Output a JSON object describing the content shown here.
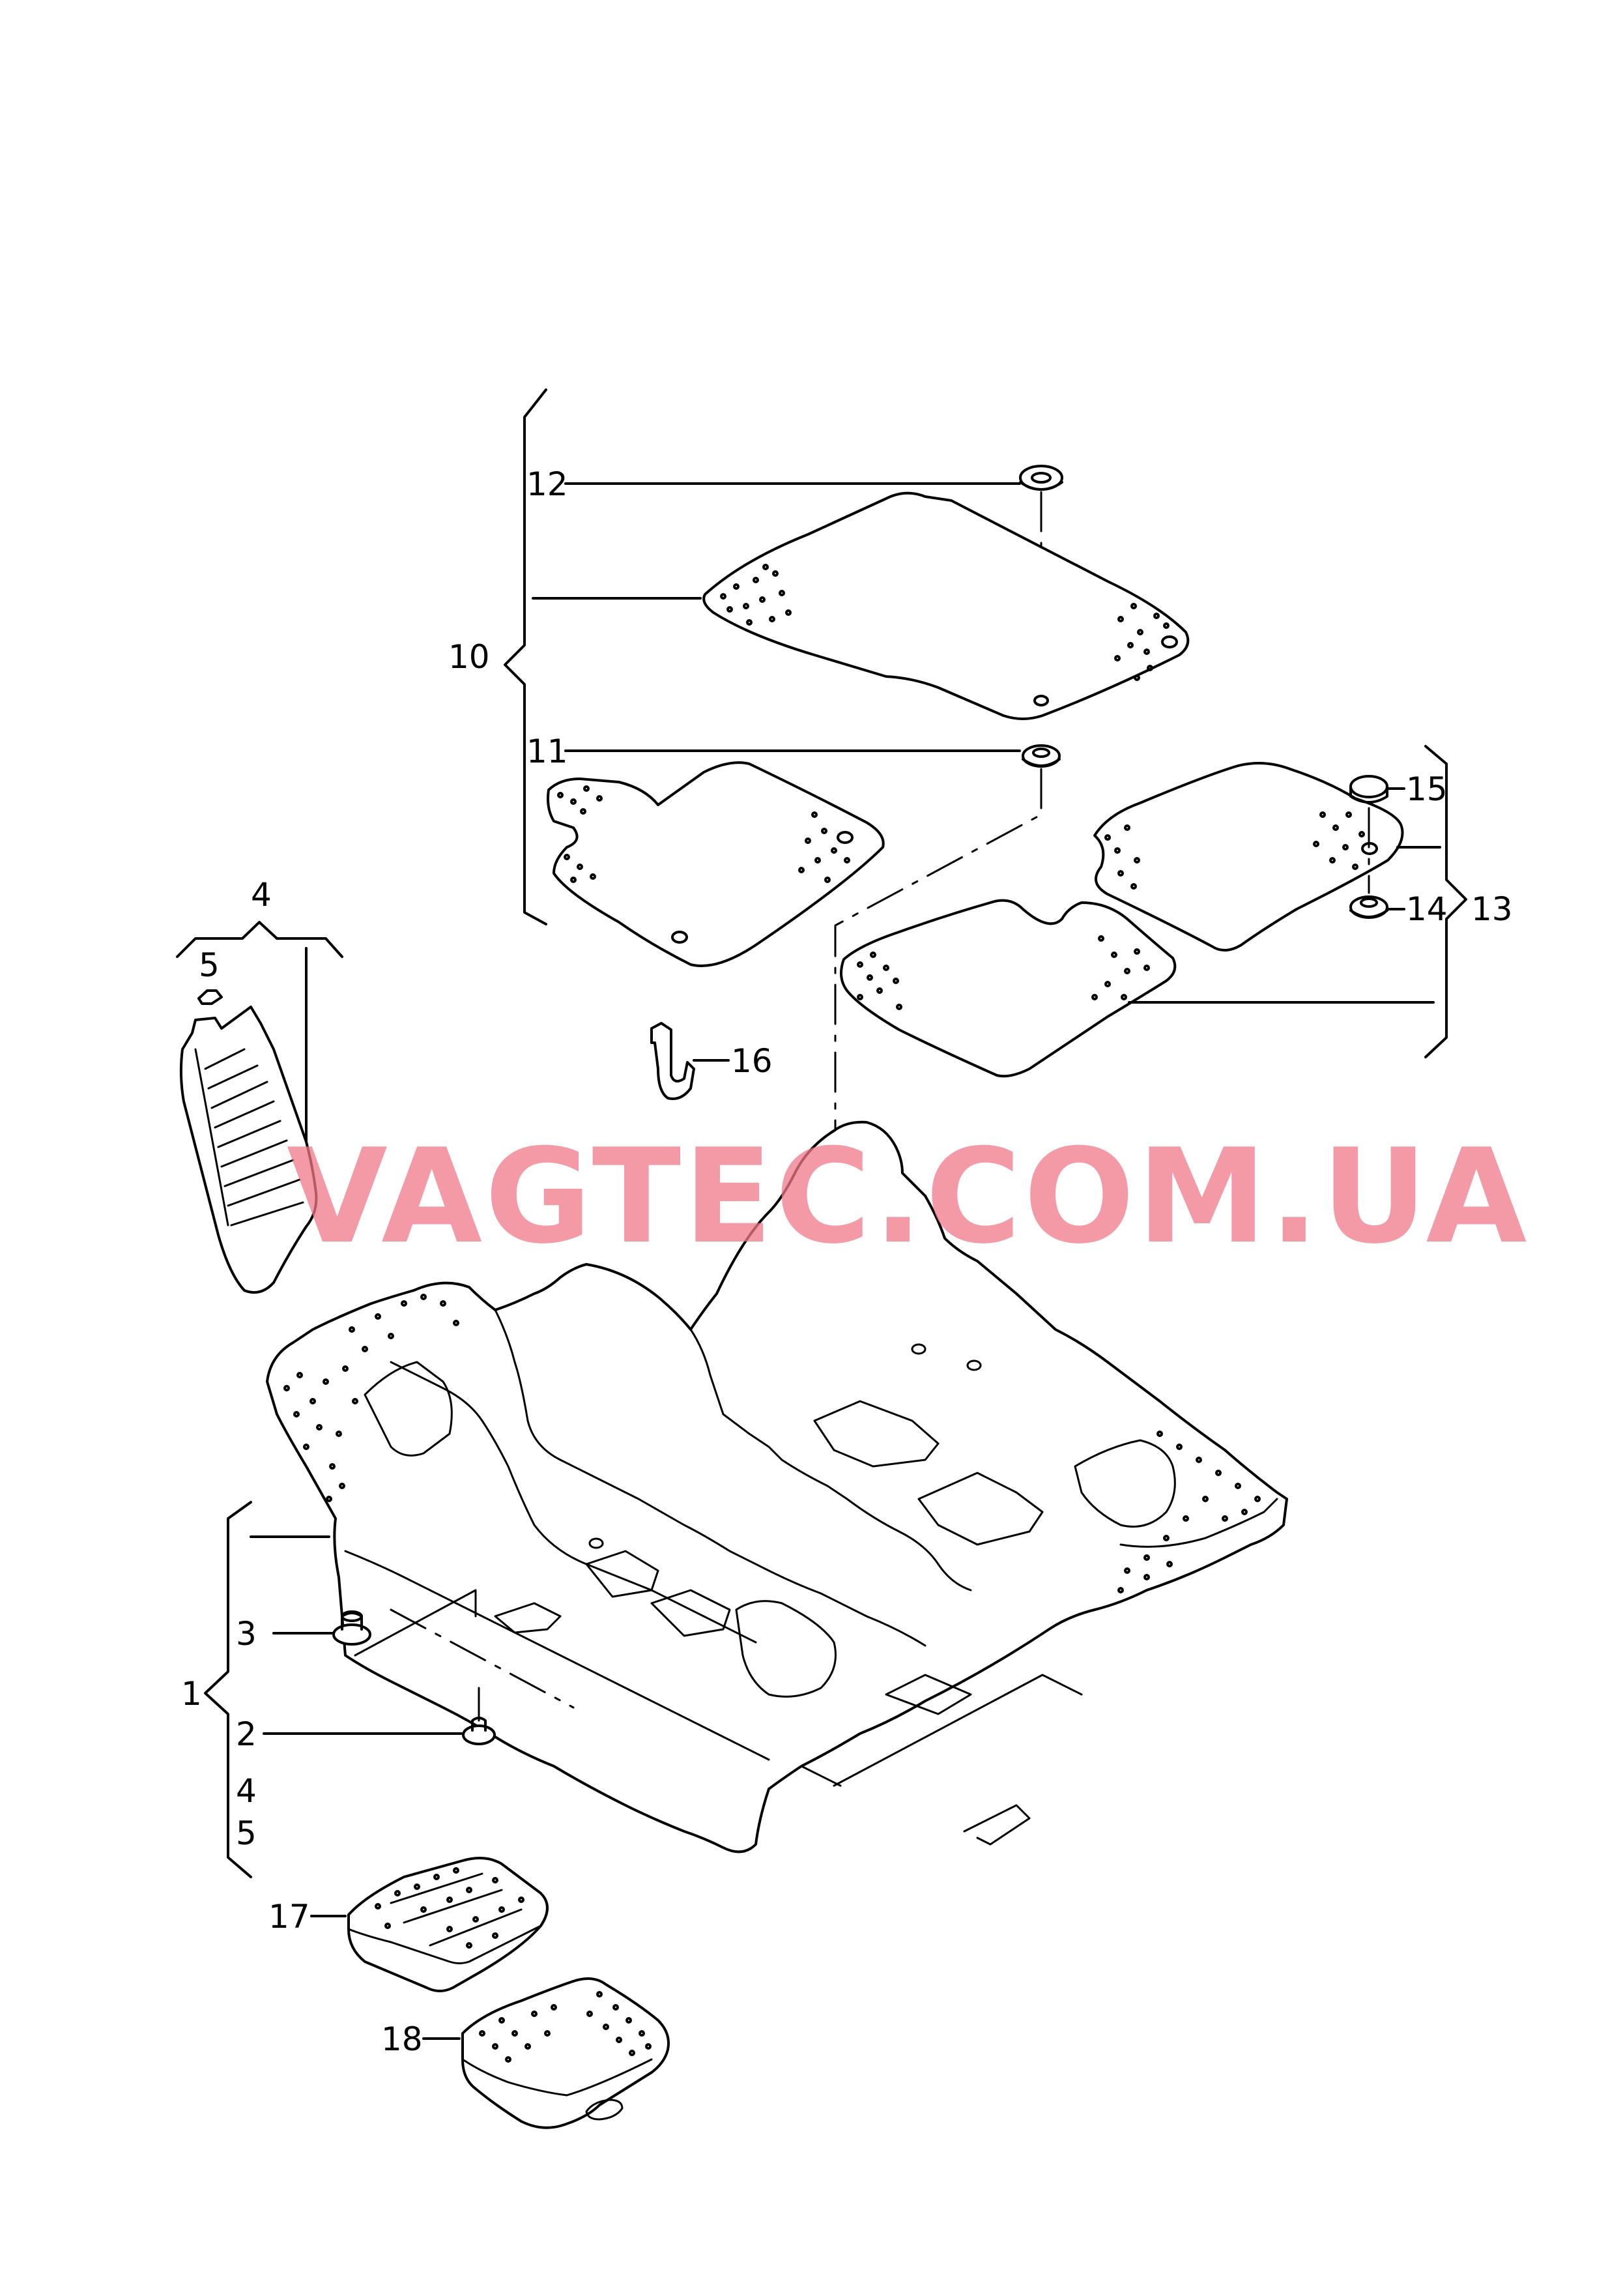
{
  "callouts": {
    "c1": "1",
    "c2": "2",
    "c3": "3",
    "c4_group": "4",
    "c4_list": "4",
    "c5_group": "5",
    "c5_list": "5",
    "c10": "10",
    "c11": "11",
    "c12": "12",
    "c13": "13",
    "c14": "14",
    "c15": "15",
    "c16": "16",
    "c17": "17",
    "c18": "18"
  },
  "watermark": "VAGTEC.COM.UA"
}
